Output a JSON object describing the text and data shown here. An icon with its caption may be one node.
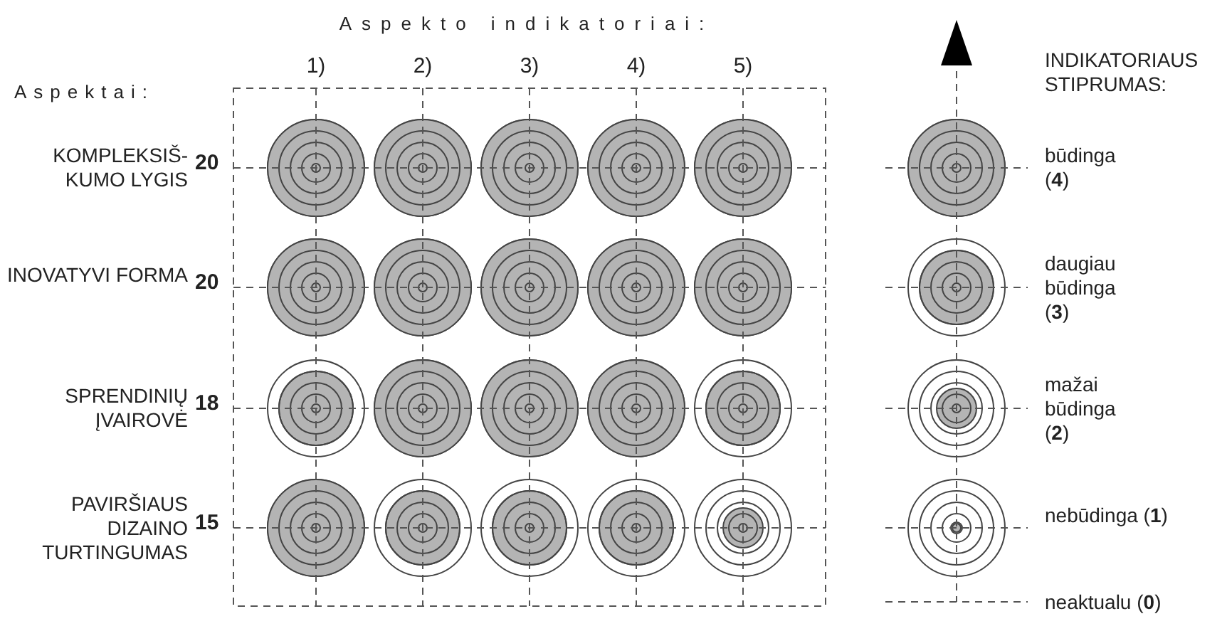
{
  "diagram": {
    "labels": [
      "Aspekto indikatoriai:",
      "1)",
      "2)",
      "3)",
      "4)",
      "5)",
      "Aspektai:",
      "INDIKATORIAUS STIPRUMAS:",
      "KOMPLEKSIŠ- KUMO LYGIS",
      "20",
      "INOVATYVI FORMA",
      "20",
      "SPRENDINIŲ ĮVAIROVĖ",
      "18",
      "PAVIRŠIAUS DIZAINO TURTINGUMAS",
      "15"
    ],
    "legend": [
      {
        "text": "būdinga (**4**)"
      },
      {
        "text": "daugiau būdinga (**3**)"
      },
      {
        "text": "mažai būdinga (**2**)"
      },
      {
        "text": "nebūdinga (**1**)"
      },
      {
        "text": "neaktualu (**0**)"
      }
    ]
  }
}
